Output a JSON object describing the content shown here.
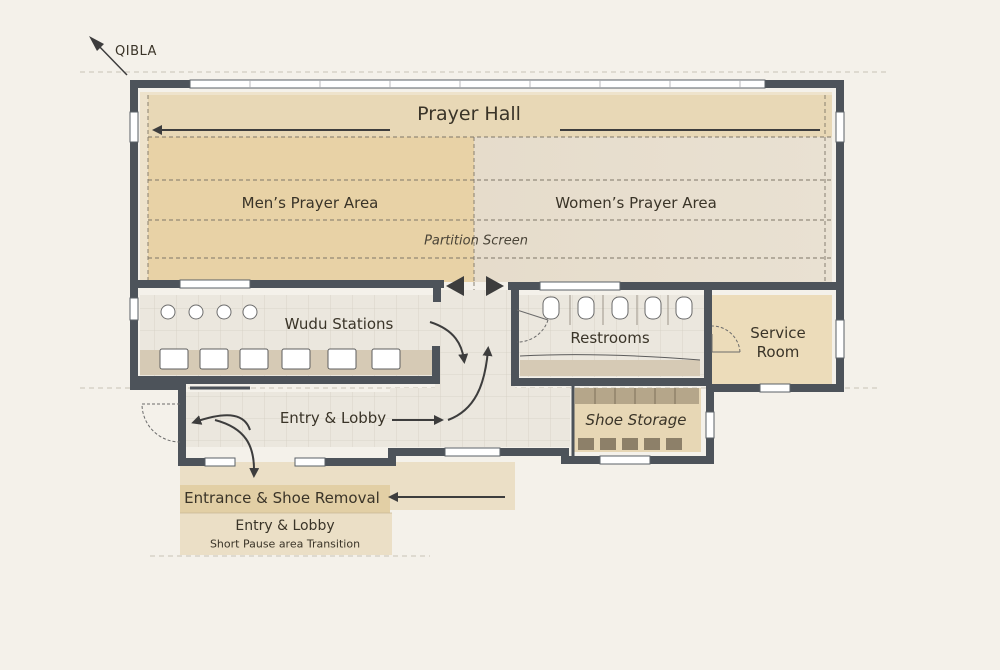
{
  "orientation": {
    "label": "QIBLA"
  },
  "rooms": {
    "prayer_hall": "Prayer Hall",
    "mens_area": "Men’s Prayer Area",
    "womens_area": "Women’s Prayer Area",
    "partition": "Partition Screen",
    "wudu": "Wudu Stations",
    "restrooms": "Restrooms",
    "service": "Service\nRoom",
    "service_line1": "Service",
    "service_line2": "Room",
    "entry_lobby": "Entry & Lobby",
    "shoe_storage": "Shoe Storage",
    "entrance": "Entrance & Shoe Removal",
    "entry_lobby_outer": "Entry & Lobby",
    "pause_area": "Short Pause area Transition"
  },
  "colors": {
    "wall": "#4d535a",
    "paper": "#f4f1ea",
    "floor_warm": "#ebd9b6",
    "floor_tan": "#e6d3ae",
    "floor_grey": "#ddd6c8",
    "tile": "#e9e5dc",
    "accent_dark": "#3d3d3d"
  }
}
